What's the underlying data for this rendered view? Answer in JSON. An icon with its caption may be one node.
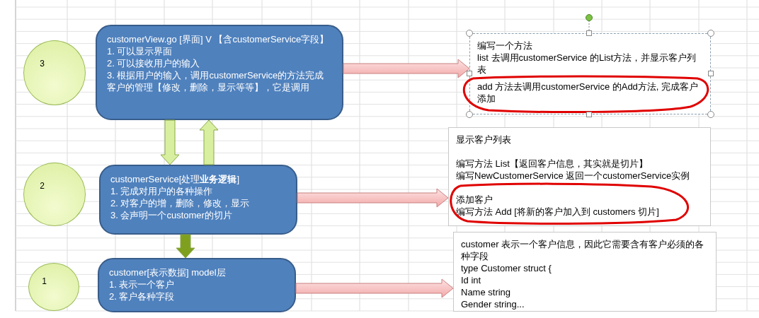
{
  "diagram": {
    "nodes": [
      {
        "text": [
          "3"
        ]
      },
      {
        "text": [
          "customerView.go [界面] V 【含customerService字段】",
          "1. 可以显示界面",
          "2. 可以接收用户的输入",
          "3. 根据用户的输入，调用customerService的方法完成客户的管理【修改，删除，显示等等】，它是调用"
        ]
      },
      {
        "text": [
          "编写一个方法",
          "list 去调用customerService 的List方法，并显示客户列表",
          "add 方法去调用customerService 的Add方法, 完成客户添加"
        ]
      },
      {
        "text": [
          "2"
        ]
      },
      {
        "text": [
          "customerService[处理**业务逻辑**]",
          "1. 完成对用户的各种操作",
          "2. 对客户的增，删除，修改，显示",
          "3. 会声明一个customer的切片"
        ]
      },
      {
        "text": [
          "显示客户列表",
          "编写方法 List【返回客户信息，其实就是切片】",
          "编写NewCustomerService 返回一个customerService实例",
          "添加客户",
          "编写方法 Add [将新的客户加入到 customers 切片]"
        ]
      },
      {
        "text": [
          "1"
        ]
      },
      {
        "text": [
          "customer[表示数据] model层",
          "1. 表示一个客户",
          "2. 客户各种字段"
        ]
      },
      {
        "text": [
          "customer 表示一个客户信息，因此它需要含有客户必须的各种字段",
          "type Customer struct {",
          "Id int",
          "Name string",
          "Gender string..."
        ]
      }
    ],
    "edges": [
      {
        "from": 1,
        "to": 2,
        "arrow": "to"
      },
      {
        "from": 1,
        "to": 4,
        "arrow": "to",
        "color": "#d7ef9f"
      },
      {
        "from": 4,
        "to": 1,
        "arrow": "to",
        "color": "#d7ef9f"
      },
      {
        "from": 4,
        "to": 7,
        "arrow": "to",
        "color": "#7f9f1f"
      },
      {
        "from": 4,
        "to": 5,
        "arrow": "to"
      },
      {
        "from": 7,
        "to": 8,
        "arrow": "to"
      }
    ]
  }
}
